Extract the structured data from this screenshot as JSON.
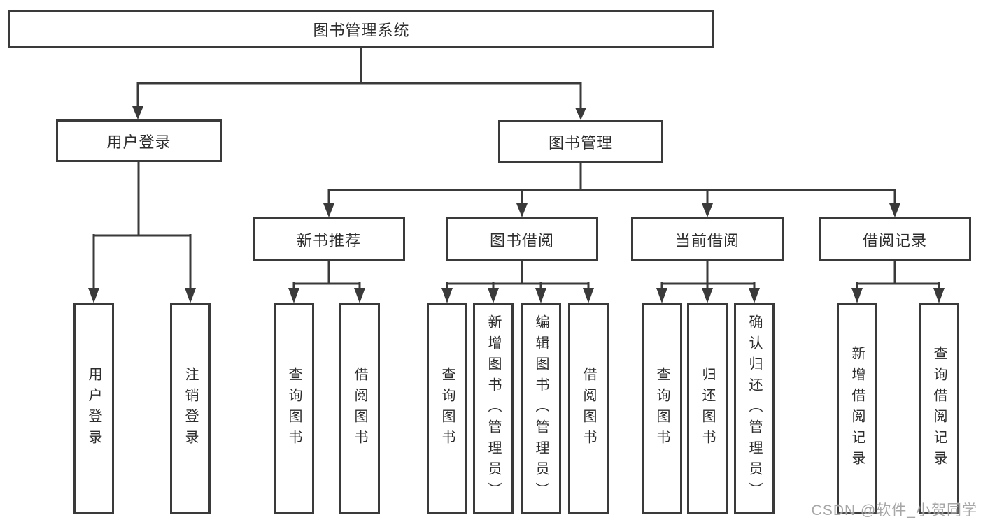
{
  "tree": {
    "root": "图书管理系统",
    "branches": [
      {
        "label": "用户登录",
        "leaves": [
          "用户登录",
          "注销登录"
        ]
      },
      {
        "label": "图书管理",
        "groups": [
          {
            "label": "新书推荐",
            "leaves": [
              "查询图书",
              "借阅图书"
            ]
          },
          {
            "label": "图书借阅",
            "leaves": [
              "查询图书",
              "新增图书（管理员）",
              "编辑图书（管理员）",
              "借阅图书"
            ]
          },
          {
            "label": "当前借阅",
            "leaves": [
              "查询图书",
              "归还图书",
              "确认归还（管理员）"
            ]
          },
          {
            "label": "借阅记录",
            "leaves": [
              "新增借阅记录",
              "查询借阅记录"
            ]
          }
        ]
      }
    ]
  },
  "watermark": "CSDN @软件_小贺同学",
  "colors": {
    "line": "#3a3a3a",
    "text": "#2d2d2d",
    "background": "#ffffff",
    "watermark": "#9e9e9e"
  }
}
